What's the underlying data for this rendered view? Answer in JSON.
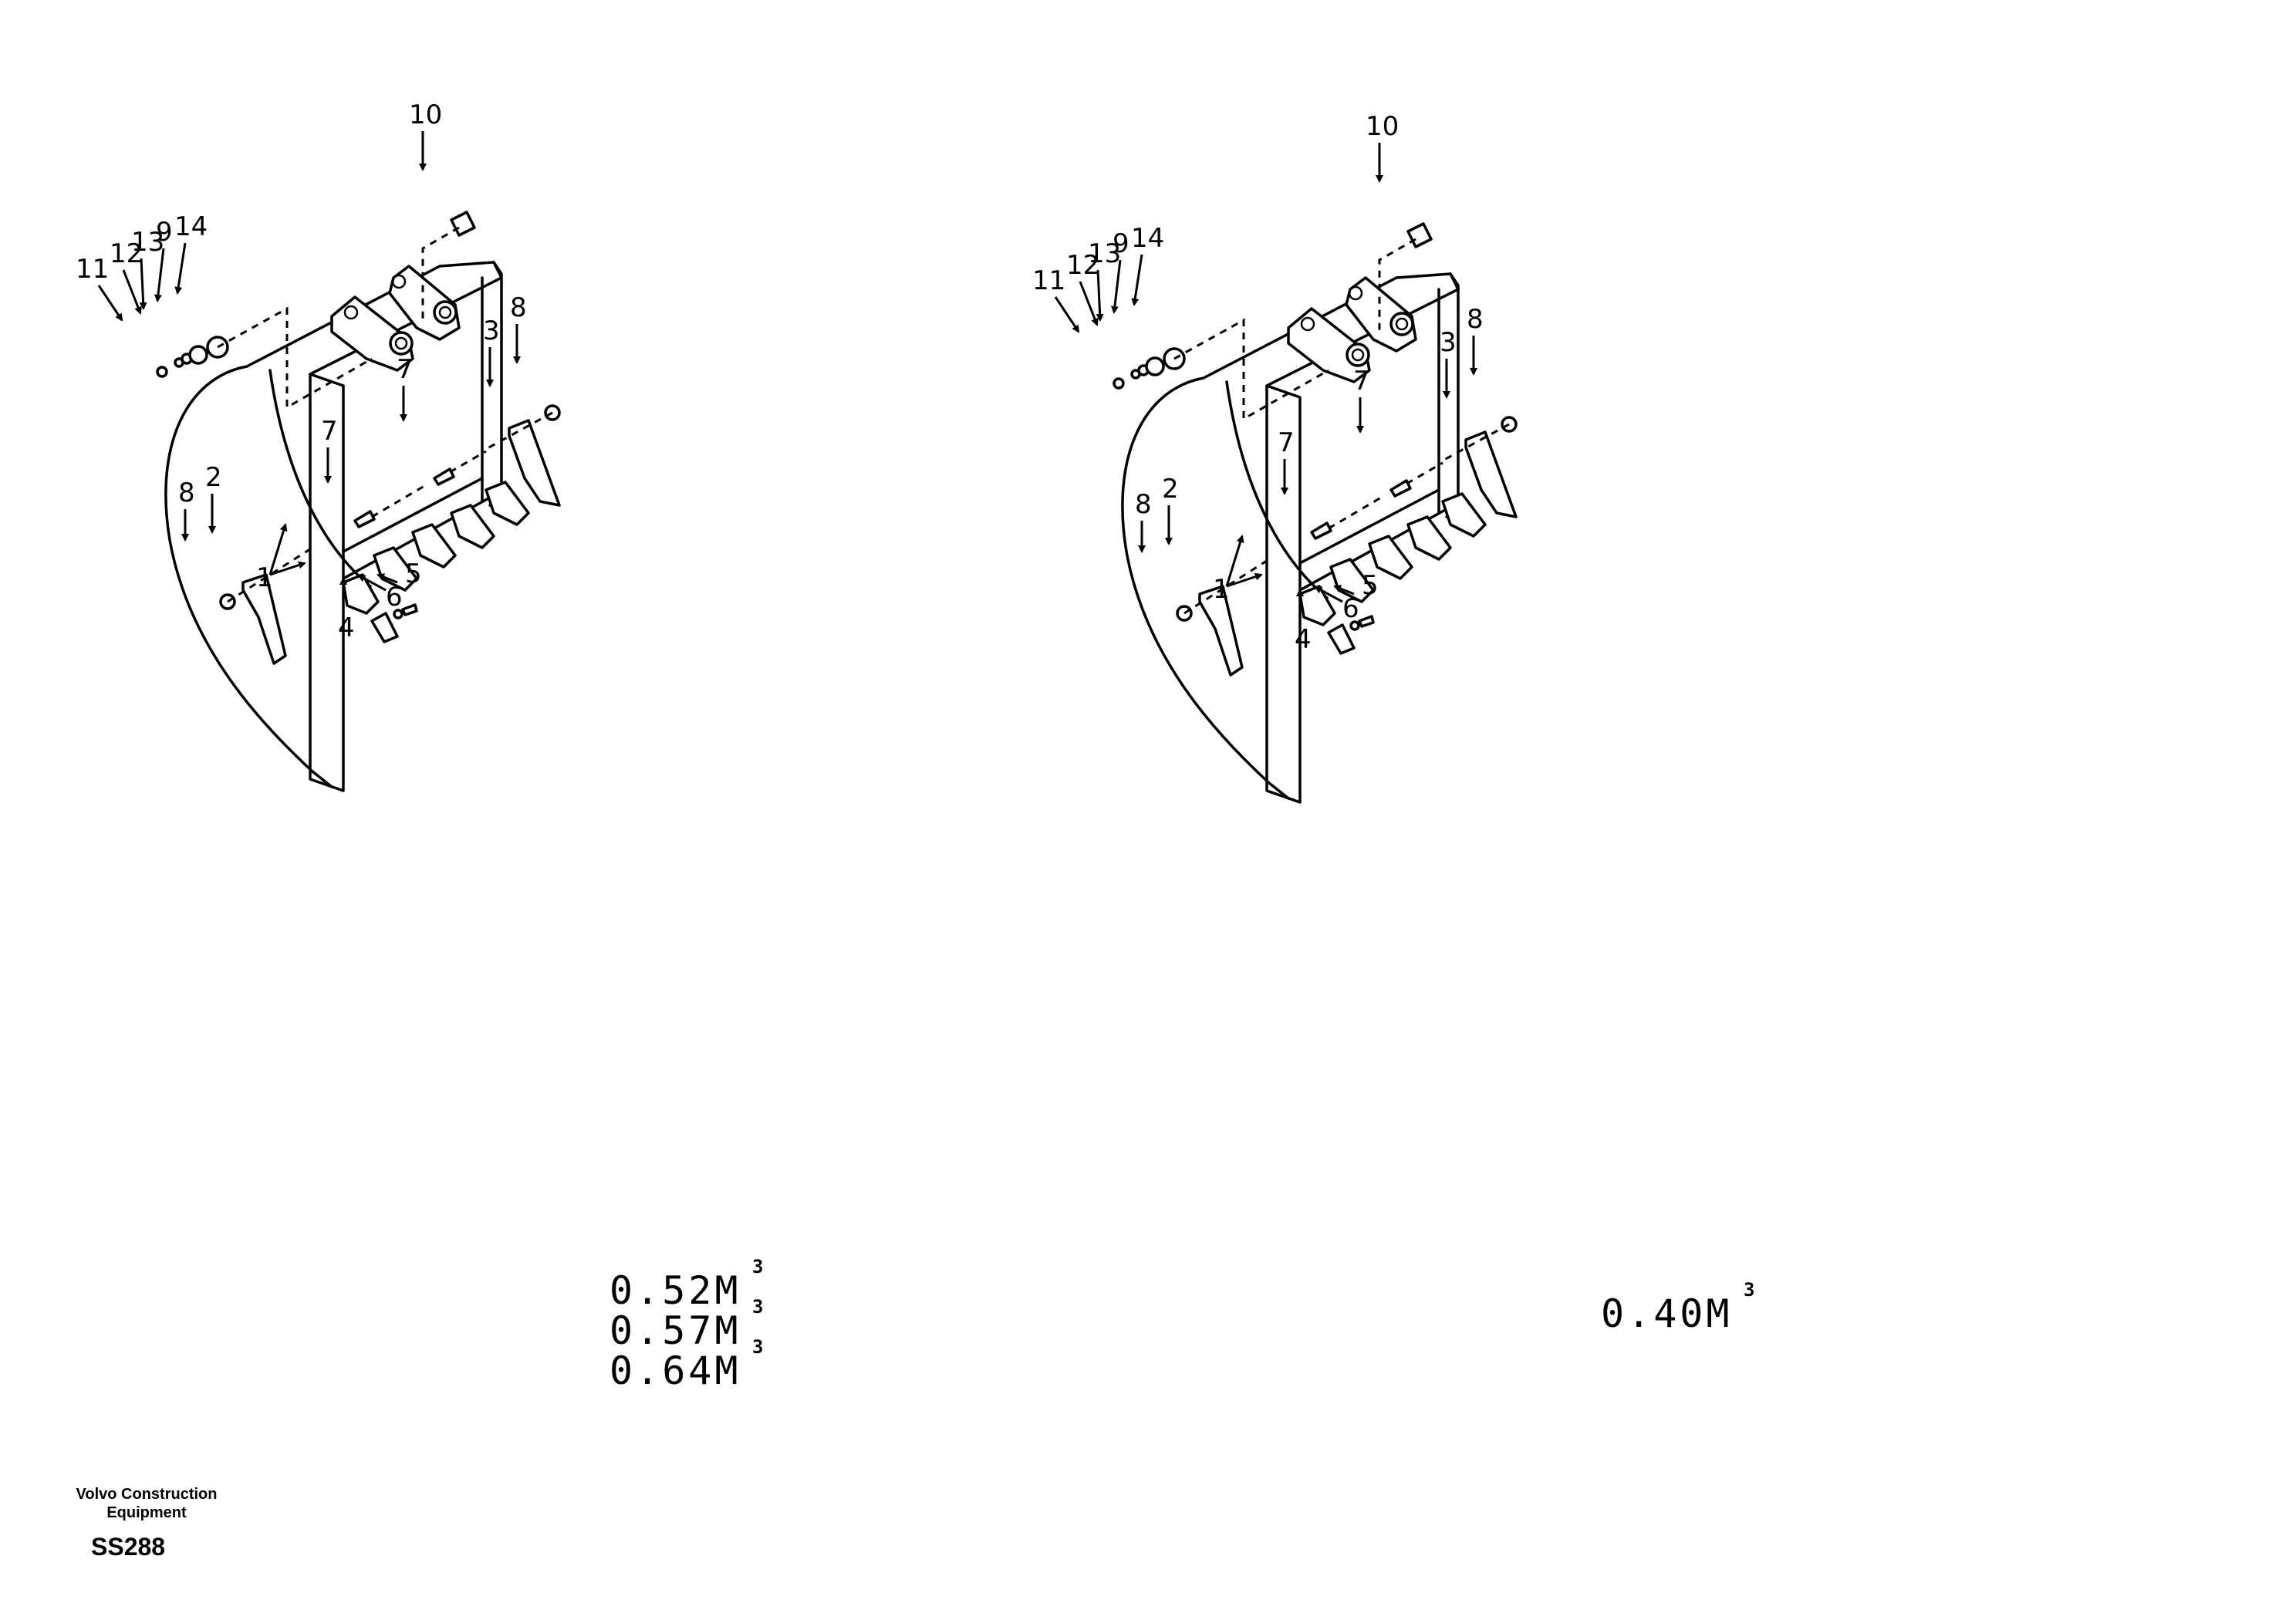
{
  "left_view": {
    "callouts": [
      "10",
      "11",
      "12",
      "13",
      "9",
      "14",
      "3",
      "8",
      "7",
      "7",
      "8",
      "2",
      "1",
      "5",
      "6",
      "4"
    ],
    "capacity": [
      "0.52M",
      "0.57M",
      "0.64M"
    ],
    "capacity_exponent": "3"
  },
  "right_view": {
    "callouts": [
      "10",
      "11",
      "12",
      "13",
      "9",
      "14",
      "3",
      "8",
      "7",
      "7",
      "8",
      "2",
      "1",
      "5",
      "6",
      "4"
    ],
    "capacity": [
      "0.40M"
    ],
    "capacity_exponent": "3"
  },
  "footer": {
    "org_line1": "Volvo Construction",
    "org_line2": "Equipment",
    "code": "SS288"
  }
}
